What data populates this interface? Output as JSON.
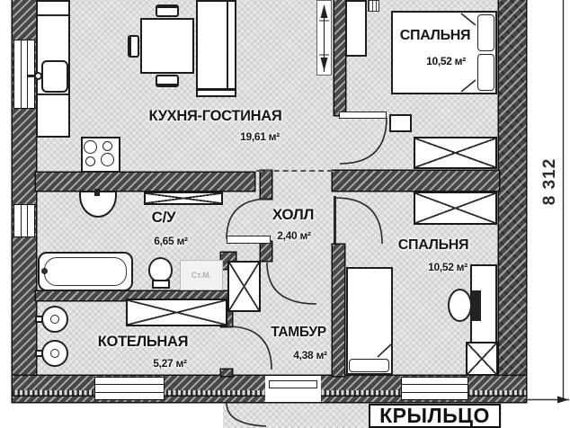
{
  "plan": {
    "title": "floor-plan",
    "rooms": [
      {
        "name": "КУХНЯ-ГОСТИНАЯ",
        "area": "19,61 м²"
      },
      {
        "name": "СПАЛЬНЯ",
        "area": "10,52 м²"
      },
      {
        "name": "С/У",
        "area": "6,65 м²"
      },
      {
        "name": "ХОЛЛ",
        "area": "2,40 м²"
      },
      {
        "name": "СПАЛЬНЯ",
        "area": "10,52 м²"
      },
      {
        "name": "КОТЕЛЬНАЯ",
        "area": "5,27 м²"
      },
      {
        "name": "ТАМБУР",
        "area": "4,38 м²"
      },
      {
        "name": "КРЫЛЬЦО",
        "area": ""
      }
    ],
    "annotations": {
      "washing_machine": "Ст.М."
    },
    "dimensions": {
      "height_right": "8 312"
    },
    "colors": {
      "wall": "#474747",
      "floor": "#e7e7e7",
      "line": "#222222"
    }
  }
}
